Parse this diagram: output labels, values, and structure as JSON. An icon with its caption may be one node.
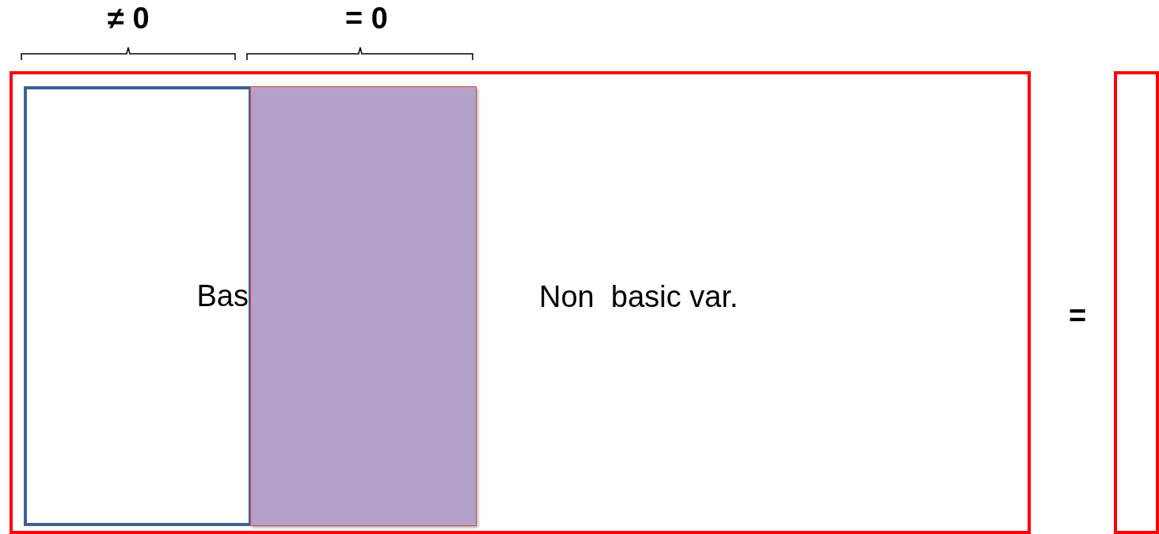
{
  "diagram": {
    "nodes": [
      {
        "text": [
          "Non  basic var."
        ]
      },
      {
        "text": [
          "Bas"
        ],
        "in": 0
      },
      {
        "text": [],
        "shape": "box",
        "in": 0
      },
      {
        "text": [],
        "shape": "box"
      }
    ],
    "edges": [],
    "labels": [
      "≠ 0",
      "= 0",
      "="
    ]
  }
}
